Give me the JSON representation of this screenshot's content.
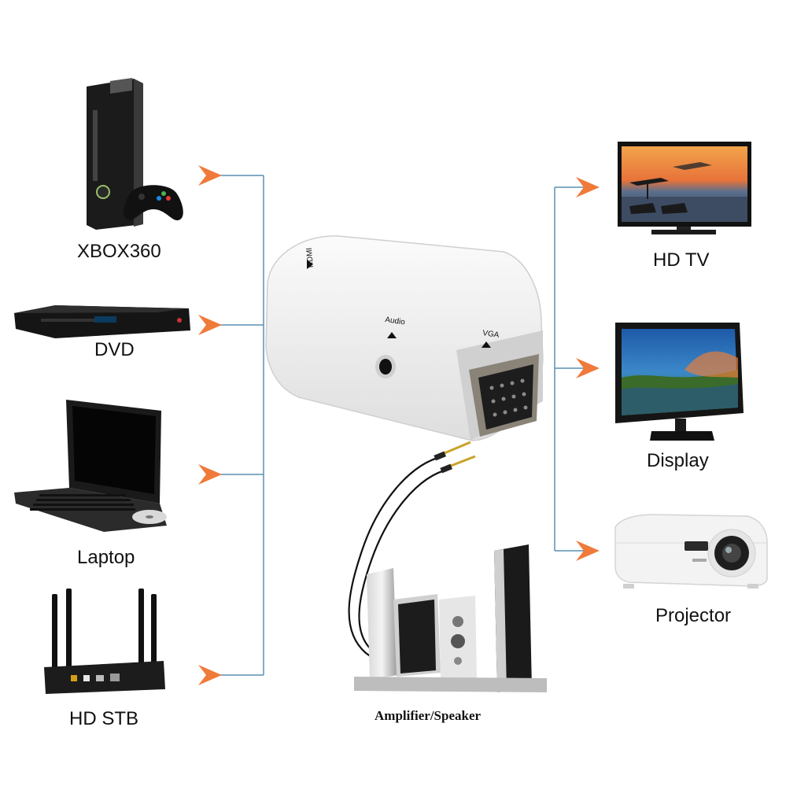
{
  "sources": [
    {
      "id": "xbox",
      "label": "XBOX360",
      "icon": "game-console-icon"
    },
    {
      "id": "dvd",
      "label": "DVD",
      "icon": "dvd-player-icon"
    },
    {
      "id": "laptop",
      "label": "Laptop",
      "icon": "laptop-icon"
    },
    {
      "id": "stb",
      "label": "HD STB",
      "icon": "set-top-box-icon"
    }
  ],
  "outputs": [
    {
      "id": "hdtv",
      "label": "HD TV",
      "icon": "tv-icon"
    },
    {
      "id": "display",
      "label": "Display",
      "icon": "monitor-icon"
    },
    {
      "id": "projector",
      "label": "Projector",
      "icon": "projector-icon"
    }
  ],
  "audio_output": {
    "label": "Amplifier/Speaker",
    "icon": "speaker-system-icon"
  },
  "adapter": {
    "port_labels": {
      "hdmi": "HDMI",
      "audio": "Audio",
      "vga": "VGA"
    },
    "icon": "hdmi-to-vga-adapter-icon"
  },
  "colors": {
    "connector_line": "#5b8fb0",
    "arrow": "#f07a3a"
  }
}
